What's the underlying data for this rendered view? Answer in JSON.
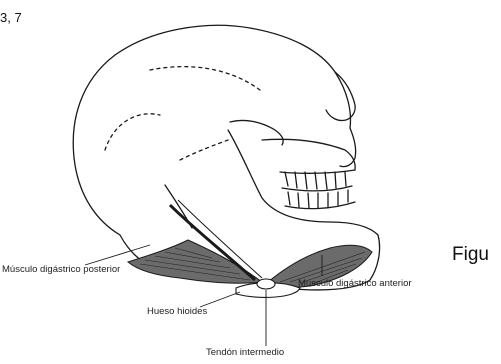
{
  "page_ref": "3, 7",
  "figure_word": "Figu",
  "labels": {
    "posterior": "Músculo digástrico posterior",
    "hyoid": "Hueso hioides",
    "anterior": "Músculo digástrico anterior",
    "tendon": "Tendón intermedio"
  },
  "colors": {
    "ink": "#1a1a1a",
    "muscle_fill": "#6b6b6b",
    "paper": "#ffffff"
  }
}
